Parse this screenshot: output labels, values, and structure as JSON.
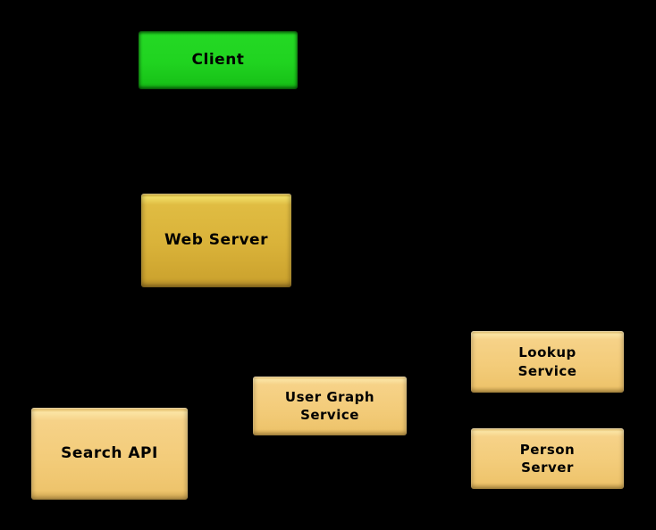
{
  "page": {
    "background_color": "#000000",
    "label_text_color": "#000000"
  },
  "diagram": {
    "type": "flowchart",
    "connectors_visible": false,
    "colors": {
      "client_green": "#20d320",
      "web_server_gold": "#d9b239",
      "service_tan": "#f3cc7a"
    },
    "nodes": [
      {
        "id": "client",
        "label": "Client",
        "fill": "#20d320"
      },
      {
        "id": "web-server",
        "label": "Web Server",
        "fill": "#d9b239"
      },
      {
        "id": "search-api",
        "label": "Search API",
        "fill": "#f3cc7a"
      },
      {
        "id": "user-graph-service",
        "label": "User Graph\nService",
        "fill": "#f3cc7a"
      },
      {
        "id": "lookup-service",
        "label": "Lookup\nService",
        "fill": "#f3cc7a"
      },
      {
        "id": "person-server",
        "label": "Person\nServer",
        "fill": "#f3cc7a"
      }
    ]
  }
}
